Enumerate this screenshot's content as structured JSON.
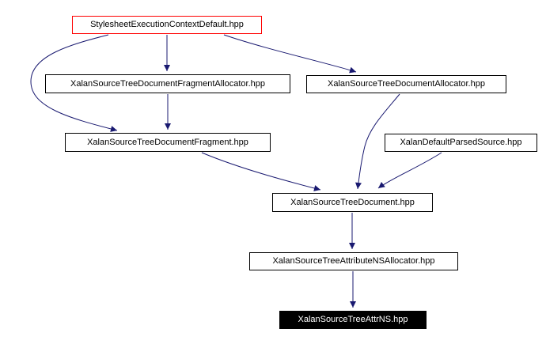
{
  "diagram": {
    "type": "include-dependency-graph",
    "background_color": "#ffffff",
    "edge_color": "#191970",
    "node_border_color": "#000000",
    "highlight_border_color": "#ff0000",
    "inverted_node_bg": "#000000",
    "inverted_node_text": "#ffffff",
    "nodes": [
      {
        "id": "stylesheet-execution-context-default",
        "label": "StylesheetExecutionContextDefault.hpp",
        "style": "highlighted"
      },
      {
        "id": "xalan-source-tree-document-fragment-allocator",
        "label": "XalanSourceTreeDocumentFragmentAllocator.hpp",
        "style": "normal"
      },
      {
        "id": "xalan-source-tree-document-allocator",
        "label": "XalanSourceTreeDocumentAllocator.hpp",
        "style": "normal"
      },
      {
        "id": "xalan-source-tree-document-fragment",
        "label": "XalanSourceTreeDocumentFragment.hpp",
        "style": "normal"
      },
      {
        "id": "xalan-default-parsed-source",
        "label": "XalanDefaultParsedSource.hpp",
        "style": "normal"
      },
      {
        "id": "xalan-source-tree-document",
        "label": "XalanSourceTreeDocument.hpp",
        "style": "normal"
      },
      {
        "id": "xalan-source-tree-attribute-ns-allocator",
        "label": "XalanSourceTreeAttributeNSAllocator.hpp",
        "style": "normal"
      },
      {
        "id": "xalan-source-tree-attr-ns",
        "label": "XalanSourceTreeAttrNS.hpp",
        "style": "inverted"
      }
    ],
    "edges": [
      {
        "from": "StylesheetExecutionContextDefault.hpp",
        "to": "XalanSourceTreeDocumentFragmentAllocator.hpp"
      },
      {
        "from": "StylesheetExecutionContextDefault.hpp",
        "to": "XalanSourceTreeDocumentFragment.hpp"
      },
      {
        "from": "StylesheetExecutionContextDefault.hpp",
        "to": "XalanSourceTreeDocumentAllocator.hpp"
      },
      {
        "from": "XalanSourceTreeDocumentFragmentAllocator.hpp",
        "to": "XalanSourceTreeDocumentFragment.hpp"
      },
      {
        "from": "XalanSourceTreeDocumentFragment.hpp",
        "to": "XalanSourceTreeDocument.hpp"
      },
      {
        "from": "XalanSourceTreeDocumentAllocator.hpp",
        "to": "XalanSourceTreeDocument.hpp"
      },
      {
        "from": "XalanDefaultParsedSource.hpp",
        "to": "XalanSourceTreeDocument.hpp"
      },
      {
        "from": "XalanSourceTreeDocument.hpp",
        "to": "XalanSourceTreeAttributeNSAllocator.hpp"
      },
      {
        "from": "XalanSourceTreeAttributeNSAllocator.hpp",
        "to": "XalanSourceTreeAttrNS.hpp"
      }
    ]
  }
}
